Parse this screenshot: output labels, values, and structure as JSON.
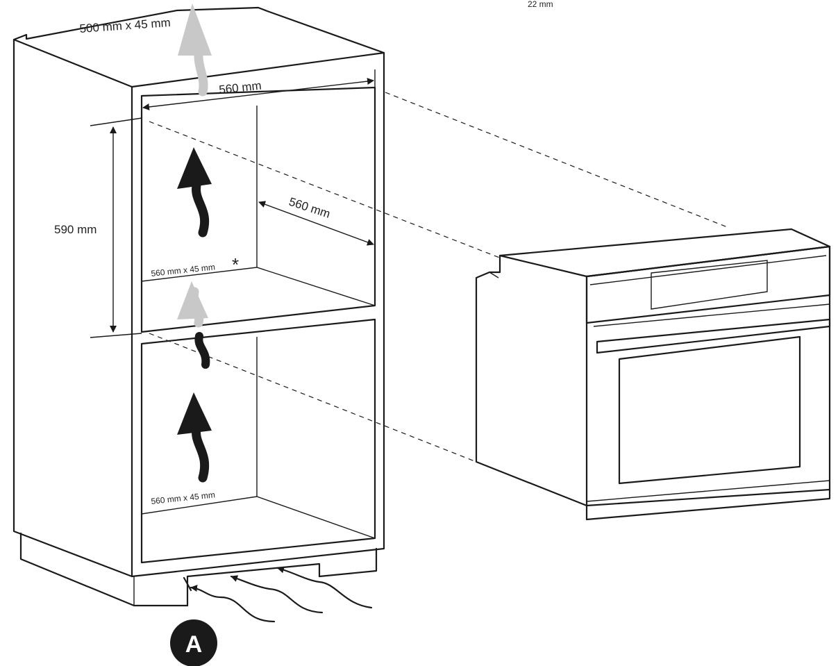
{
  "labels": {
    "top_vent": "500 mm x 45 mm",
    "top_right": "22 mm",
    "width": "560 mm",
    "depth": "560 mm",
    "height": "590 mm",
    "mid_vent": "560 mm x 45 mm",
    "mid_vent_mark": "*",
    "bottom_vent": "560 mm x 45 mm",
    "badge": "A"
  },
  "colors": {
    "line": "#1a1a1a",
    "arrow_dark": "#1a1a1a",
    "arrow_light": "#c8c8c8",
    "badge_bg": "#1a1a1a"
  },
  "icons": {
    "airflow_dark": "up-curved-arrow-icon",
    "airflow_light": "up-curved-arrow-light-icon",
    "inflow": "inflow-arrow-icon"
  }
}
